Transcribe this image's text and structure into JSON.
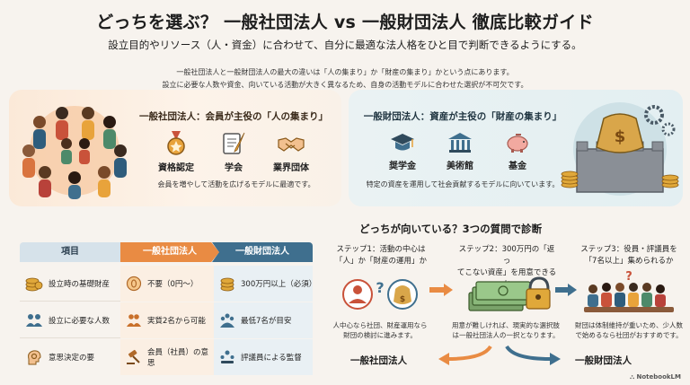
{
  "header": {
    "title": "どっちを選ぶ？ 一般社団法人 vs 一般財団法人 徹底比較ガイド",
    "subtitle": "設立目的やリソース（人・資金）に合わせて、自分に最適な法人格をひと目で判断できるようにする。",
    "intro_line1": "一般社団法人と一般財団法人の最大の違いは「人の集まり」か「財産の集まり」かという点にあります。",
    "intro_line2": "設立に必要な人数や資金、向いている活動が大きく異なるため、自身の活動モデルに合わせた選択が不可欠です。"
  },
  "association": {
    "heading": "一般社団法人：会員が主役の「人の集まり」",
    "items": [
      {
        "label": "資格認定",
        "icon": "medal-icon"
      },
      {
        "label": "学会",
        "icon": "document-quill-icon"
      },
      {
        "label": "業界団体",
        "icon": "handshake-icon"
      }
    ],
    "caption": "会員を増やして活動を広げるモデルに最適です。"
  },
  "foundation": {
    "heading": "一般財団法人：資産が主役の「財産の集まり」",
    "items": [
      {
        "label": "奨学金",
        "icon": "graduation-cap-icon"
      },
      {
        "label": "美術館",
        "icon": "museum-icon"
      },
      {
        "label": "基金",
        "icon": "piggy-bank-icon"
      }
    ],
    "caption": "特定の資産を運用して社会貢献するモデルに向いています。"
  },
  "table": {
    "headers": [
      "項目",
      "一般社団法人",
      "一般財団法人"
    ],
    "rows": [
      {
        "item": "設立時の基礎財産",
        "association": "不要（0円〜）",
        "foundation": "300万円以上（必須）",
        "icon": "coins-icon"
      },
      {
        "item": "設立に必要な人数",
        "association": "実質2名から可能",
        "foundation": "最低7名が目安",
        "icon": "people-icon"
      },
      {
        "item": "意思決定の要",
        "association": "会員（社員）の意思",
        "foundation": "評議員による監督",
        "icon": "head-gear-icon"
      }
    ],
    "colors": {
      "header_item": "#d6e2ea",
      "header_association": "#e98b43",
      "header_foundation": "#3f6f8e"
    }
  },
  "questions": {
    "title": "どっちが向いている？3つの質問で診断",
    "steps": [
      {
        "head1": "ステップ1：活動の中心は",
        "head2": "「人」か「財産の運用」か"
      },
      {
        "head1": "ステップ2：300万円の「返っ",
        "head2": "てこない資産」を用意できるか"
      },
      {
        "head1": "ステップ3：役員・評議員を",
        "head2": "「7名以上」集められるか"
      }
    ],
    "note_left1": "人中心なら社団、財産運用なら",
    "note_left2": "財団の検討に進みます。",
    "note_mid1": "用意が難しければ、現実的な選択肢",
    "note_mid2": "は一般社団法人の一択となります。",
    "note_right1": "財団は体制維持が重いため、少人数",
    "note_right2": "で始めるなら社団がおすすめです。",
    "result_association": "一般社団法人",
    "result_foundation": "一般財団法人"
  },
  "brand": "NotebookLM"
}
